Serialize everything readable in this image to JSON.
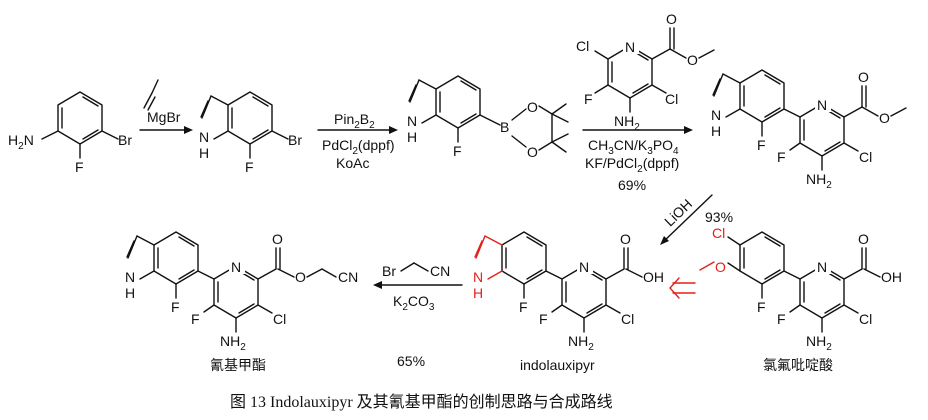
{
  "atoms": {
    "H2N": "H",
    "two": "2",
    "N": "N",
    "F": "F",
    "Br": "Br",
    "NH": "N",
    "H": "H",
    "B": "B",
    "O": "O",
    "Cl": "Cl",
    "NH2": "NH",
    "OH": "OH",
    "CN": "CN",
    "O_methoxy": "O"
  },
  "reagents": {
    "step1": "MgBr",
    "step2_a": "Pin",
    "step2_a_sub1": "2",
    "step2_a_b": "B",
    "step2_a_sub2": "2",
    "step2_b": "PdCl",
    "step2_b_sub": "2",
    "step2_b_tail": "(dppf)",
    "step2_c": "KoAc",
    "step3_a1": "CH",
    "step3_a1_sub": "3",
    "step3_a2": "CN/K",
    "step3_a2_sub": "3",
    "step3_a3": "PO",
    "step3_a3_sub": "4",
    "step3_b1": "KF/PdCl",
    "step3_b1_sub": "2",
    "step3_b2": "(dppf)",
    "step3_yield": "69%",
    "step4": "LiOH",
    "step4_yield": "93%",
    "step5_reagent": "K",
    "step5_sub1": "2",
    "step5_tail": "CO",
    "step5_sub2": "3",
    "step5_yield": "65%"
  },
  "labels": {
    "cyanomethyl_ester": "氰基甲酯",
    "indolauxipyr": "indolauxipyr",
    "florpyrauxifen": "氯氟吡啶酸"
  },
  "caption": "图 13   Indolauxipyr 及其氰基甲酯的创制思路与合成路线",
  "colors": {
    "highlight": "#e3211b",
    "ink": "#111111"
  }
}
